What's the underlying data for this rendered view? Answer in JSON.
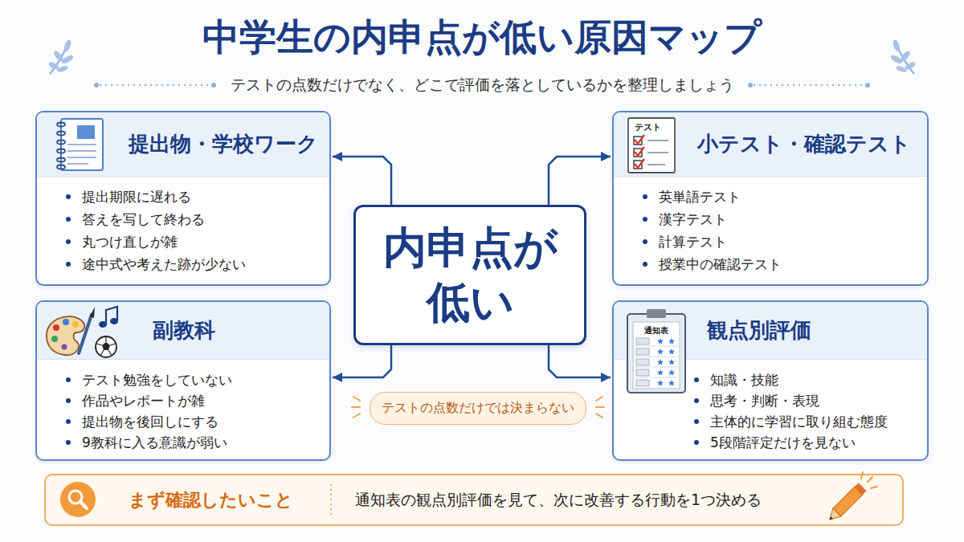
{
  "diagram": {
    "title": "中学生の内申点が低い原因マップ",
    "nodes": [
      {
        "text": [
          "提出物・学校ワーク",
          "提出期限に遅れる",
          "答えを写して終わる",
          "丸つけ直しが雑",
          "途中式や考えた跡が少ない"
        ]
      },
      {
        "text": [
          "小テスト・確認テスト",
          "英単語テスト",
          "漢字テスト",
          "計算テスト",
          "授業中の確認テスト"
        ]
      },
      {
        "text": [
          "内申点が 低い"
        ]
      },
      {
        "text": [
          "副教科",
          "テスト勉強をしていない",
          "作品やレポートが雑",
          "提出物を後回しにする",
          "9教科に入る意識が弱い"
        ]
      },
      {
        "text": [
          "観点別評価",
          "知識・技能",
          "思考・判断・表現",
          "主体的に学習に取り組む態度",
          "5段階評定だけを見ない"
        ]
      },
      {
        "text": [
          "テストの点数だけでは決まらない"
        ]
      },
      {
        "text": [
          "まず確認したいこと",
          "通知表の観点別評価を見て、次に改善する行動を1つ決める"
        ]
      }
    ],
    "edges": [
      {
        "from": 2,
        "to": 0,
        "arrow": "to"
      },
      {
        "from": 2,
        "to": 1,
        "arrow": "to"
      },
      {
        "from": 2,
        "to": 3,
        "arrow": "to"
      },
      {
        "from": 2,
        "to": 4,
        "arrow": "to"
      }
    ],
    "labels": [
      "テストの点数だけでなく、どこで評価を落としているかを整理しましょう",
      "テスト",
      "通知表"
    ]
  }
}
